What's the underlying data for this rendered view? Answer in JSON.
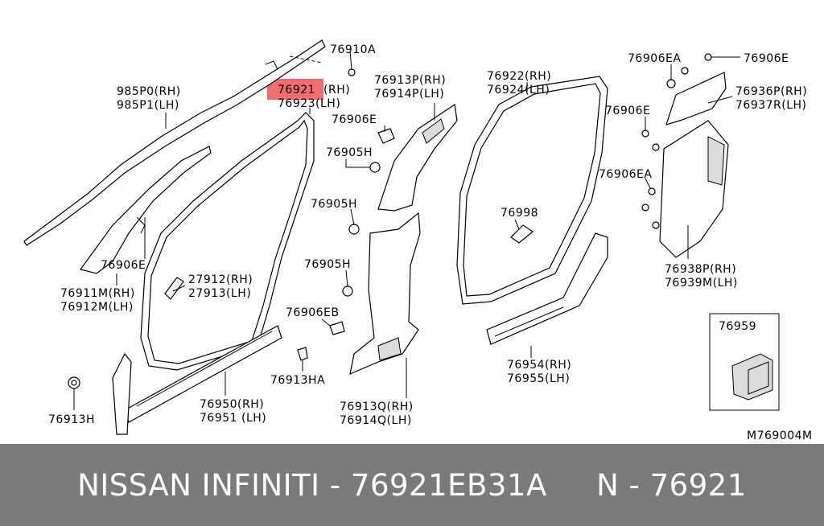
{
  "highlight_color": "#f26d6d",
  "footer_bg": "#7a7a7a",
  "footer": {
    "title": "NISSAN INFINITI - 76921EB31A     N - 76921"
  },
  "diagram_code": "M769004M",
  "labels": {
    "l76910A": "76910A",
    "l76921": "76921",
    "l76921_rh": "(RH)",
    "l76923": "76923(LH)",
    "l985P0": "985P0(RH)",
    "l985P1": "985P1(LH)",
    "l76913P": "76913P(RH)",
    "l76914P": "76914P(LH)",
    "l76906E_a": "76906E",
    "l76905H_a": "76905H",
    "l76905H_b": "76905H",
    "l76905H_c": "76905H",
    "l76906EB": "76906EB",
    "l76913HA": "76913HA",
    "l76913Q": "76913Q(RH)",
    "l76914Q": "76914Q(LH)",
    "l76922": "76922(RH)",
    "l76924": "76924(LH)",
    "l76998": "76998",
    "l76954": "76954(RH)",
    "l76955": "76955(LH)",
    "l76906EA_a": "76906EA",
    "l76906E_b": "76906E",
    "l76936P": "76936P(RH)",
    "l76937R": "76937R(LH)",
    "l76906E_c": "76906E",
    "l76906EA_b": "76906EA",
    "l76938P": "76938P(RH)",
    "l76939M": "76939M(LH)",
    "l76959": "76959",
    "l76906E_d": "76906E",
    "l76911M": "76911M(RH)",
    "l76912M": "76912M(LH)",
    "l27912": "27912(RH)",
    "l27913": "27913(LH)",
    "l76950": "76950(RH)",
    "l76951": "76951 (LH)",
    "l76913H": "76913H"
  }
}
